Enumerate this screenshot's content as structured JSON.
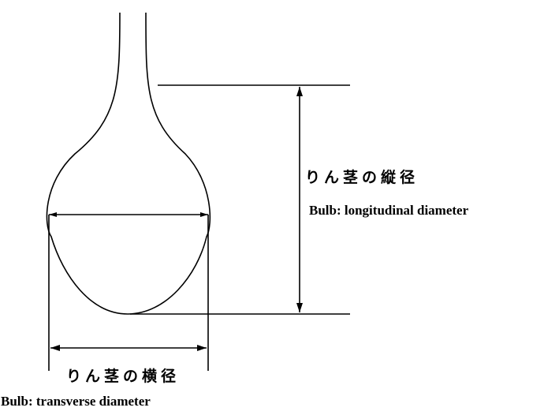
{
  "colors": {
    "stroke": "#000000",
    "background": "#ffffff"
  },
  "labels": {
    "longitudinal_jp": "りん茎の縦径",
    "longitudinal_en": "Bulb: longitudinal diameter",
    "transverse_jp": "りん茎の横径",
    "transverse_en": "Bulb: transverse diameter"
  }
}
